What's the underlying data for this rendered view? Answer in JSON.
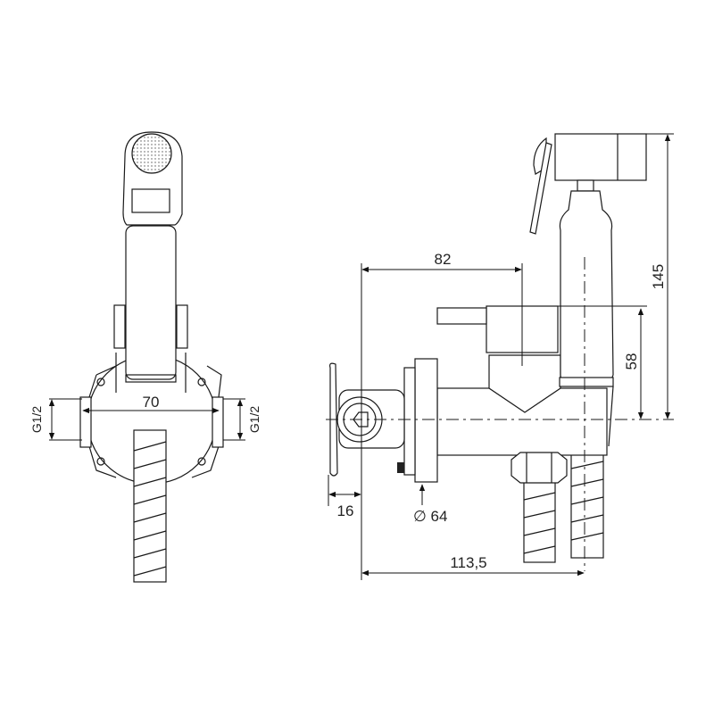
{
  "drawing": {
    "front_view": {
      "width_dim": "70",
      "thread_left": "G1/2",
      "thread_right": "G1/2"
    },
    "side_view": {
      "dim_depth_handle": "82",
      "dim_total_height": "145",
      "dim_valve_height": "58",
      "dim_wall_offset": "16",
      "dim_flange_diameter": "∅ 64",
      "dim_total_depth": "113,5"
    }
  }
}
